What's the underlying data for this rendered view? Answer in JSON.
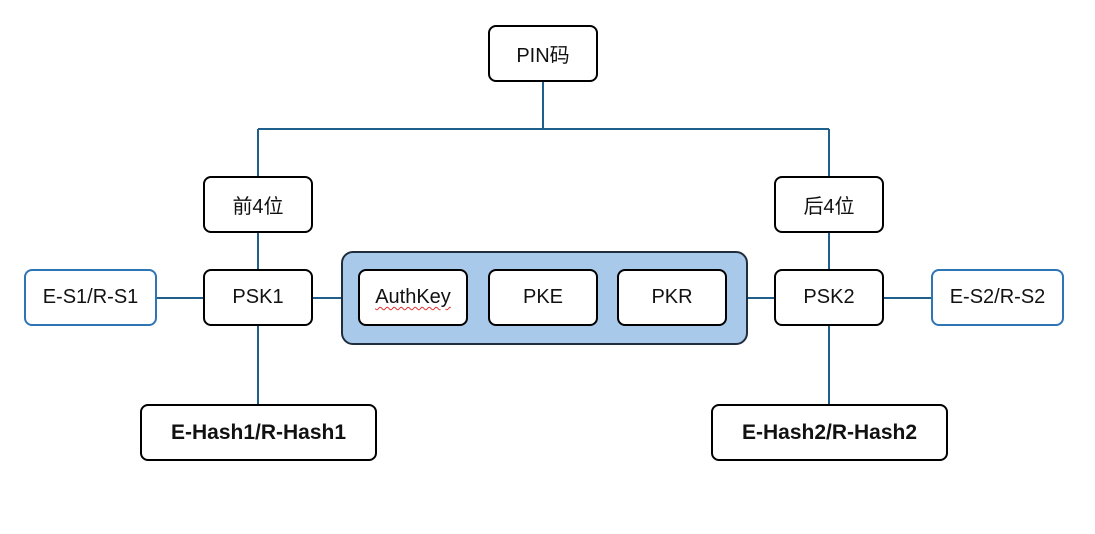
{
  "colors": {
    "connector": "#1f5f8b",
    "group_fill": "#a9c9ea",
    "side_border": "#2e75b6"
  },
  "nodes": {
    "pin": "PIN码",
    "first4": "前4位",
    "last4": "后4位",
    "psk1": "PSK1",
    "psk2": "PSK2",
    "es1": "E-S1/R-S1",
    "es2": "E-S2/R-S2",
    "authkey": "AuthKey",
    "pke": "PKE",
    "pkr": "PKR",
    "ehash1": "E-Hash1/R-Hash1",
    "ehash2": "E-Hash2/R-Hash2"
  }
}
